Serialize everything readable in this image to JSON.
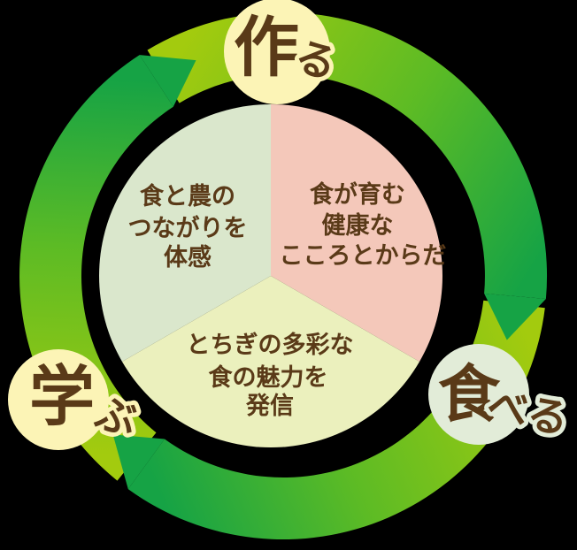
{
  "background_color": "#000000",
  "colors": {
    "text": "#5a3a18",
    "ring_light": "#a3cb0e",
    "ring_mid": "#5cbb25",
    "ring_dark": "#16a345",
    "arrow": "#16a345",
    "badge_yellow": "#fcf4b6",
    "badge_sage": "#e2ecd8",
    "sector_green": "#dae7cc",
    "sector_pink": "#f4c8ba",
    "sector_yellow": "#ebf0bd"
  },
  "badges": {
    "make": {
      "main": "作",
      "suffix": "る"
    },
    "eat": {
      "main": "食",
      "suffix": "べる"
    },
    "learn": {
      "main": "学",
      "suffix": "ぶ"
    }
  },
  "sectors": {
    "experience": {
      "lines": [
        "食と農の",
        "つながりを",
        "体感"
      ]
    },
    "health": {
      "lines": [
        "食が育む",
        "健康な",
        "こころとからだ"
      ]
    },
    "promote": {
      "lines": [
        "とちぎの多彩な",
        "食の魅力を",
        "発信"
      ]
    }
  }
}
